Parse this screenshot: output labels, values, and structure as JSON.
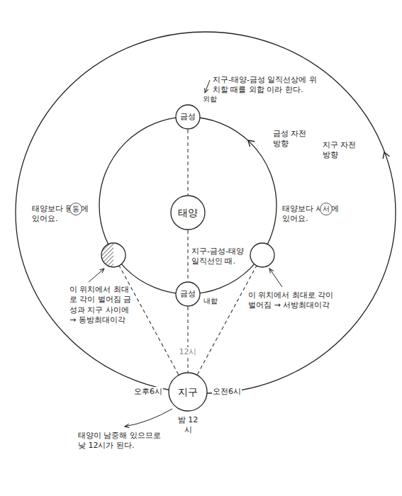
{
  "diagram": {
    "nodes": [
      {
        "text": [
          "금성"
        ]
      },
      {
        "text": [
          "태양"
        ]
      },
      {
        "text": [
          "금성"
        ]
      },
      {
        "text": [
          "지구"
        ]
      }
    ],
    "edges": [
      {
        "from": 0,
        "to": 1,
        "arrow": "none"
      },
      {
        "from": 1,
        "to": 2,
        "arrow": "none"
      },
      {
        "from": 2,
        "to": 3,
        "arrow": "none"
      }
    ],
    "labels": [
      "외합",
      "지구-태양-금성 일직선상에 위치할 때를 외합 이라 한다.",
      "금성 자전방향",
      "지구 자전방향",
      "태양보다 동쪽에 있어요.",
      "동",
      "태양보다 서쪽에 있어요.",
      "서",
      "지구-금성-태양 일직선인 때.",
      "내합",
      "이 위치에서 최대로 각이 벌어짐 금성과 지구 사이에 → 동방최대이각",
      "이 위치에서 최대로 각이 벌어짐 → 서방최대이각",
      "12시",
      "오후6시",
      "오전6시",
      "밤 12시",
      "태양이 남중해 있으므로 낮 12시가 된다."
    ]
  }
}
